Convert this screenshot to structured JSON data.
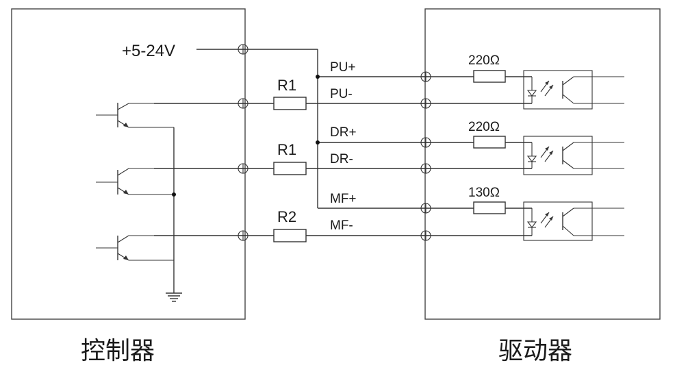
{
  "supply_label": "+5-24V",
  "controller_label": "控制器",
  "driver_label": "驱动器",
  "resistors": [
    "R1",
    "R1",
    "R2"
  ],
  "signals": [
    "PU+",
    "PU-",
    "DR+",
    "DR-",
    "MF+",
    "MF-"
  ],
  "driver_resistors": [
    "220Ω",
    "220Ω",
    "130Ω"
  ]
}
